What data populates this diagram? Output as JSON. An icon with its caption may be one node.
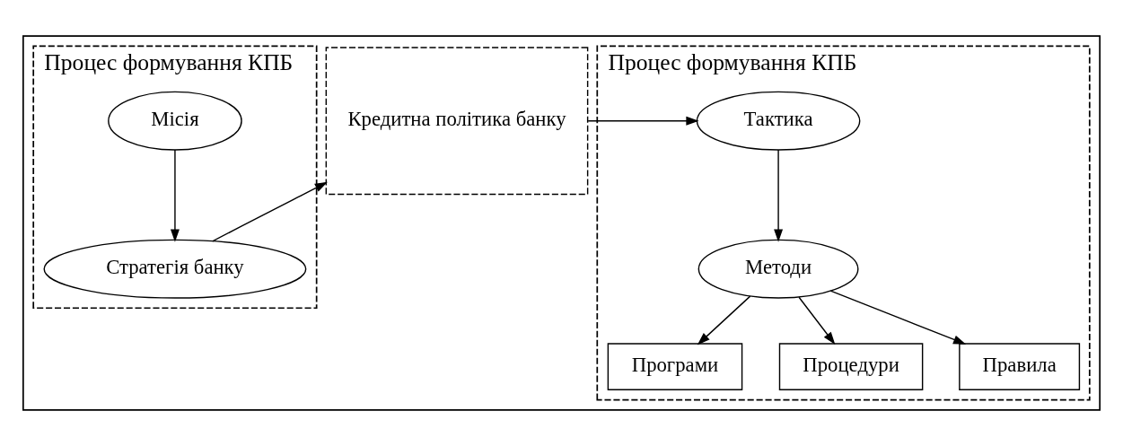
{
  "diagram": {
    "nodes": [
      {
        "text": [],
        "shape": "box"
      },
      {
        "text": [
          "Процес формування КПБ"
        ],
        "in": 0
      },
      {
        "text": [
          "Місія"
        ],
        "in": 1
      },
      {
        "text": [
          "Стратегія банку"
        ],
        "in": 1
      },
      {
        "text": [
          "Кредитна політика банку"
        ],
        "in": 0
      },
      {
        "text": [
          "Процес формування КПБ"
        ],
        "in": 0
      },
      {
        "text": [
          "Тактика"
        ],
        "in": 5
      },
      {
        "text": [
          "Методи"
        ],
        "in": 5
      },
      {
        "text": [
          "Програми"
        ],
        "in": 5
      },
      {
        "text": [
          "Процедури"
        ],
        "in": 5
      },
      {
        "text": [
          "Правила"
        ],
        "in": 5
      }
    ],
    "edges": [
      {
        "from": 2,
        "to": 3,
        "arrow": "to"
      },
      {
        "from": 3,
        "to": 4,
        "arrow": "to"
      },
      {
        "from": 4,
        "to": 6,
        "arrow": "to"
      },
      {
        "from": 6,
        "to": 7,
        "arrow": "to"
      },
      {
        "from": 7,
        "to": 8,
        "arrow": "to"
      },
      {
        "from": 7,
        "to": 9,
        "arrow": "to"
      },
      {
        "from": 7,
        "to": 10,
        "arrow": "to"
      }
    ]
  }
}
